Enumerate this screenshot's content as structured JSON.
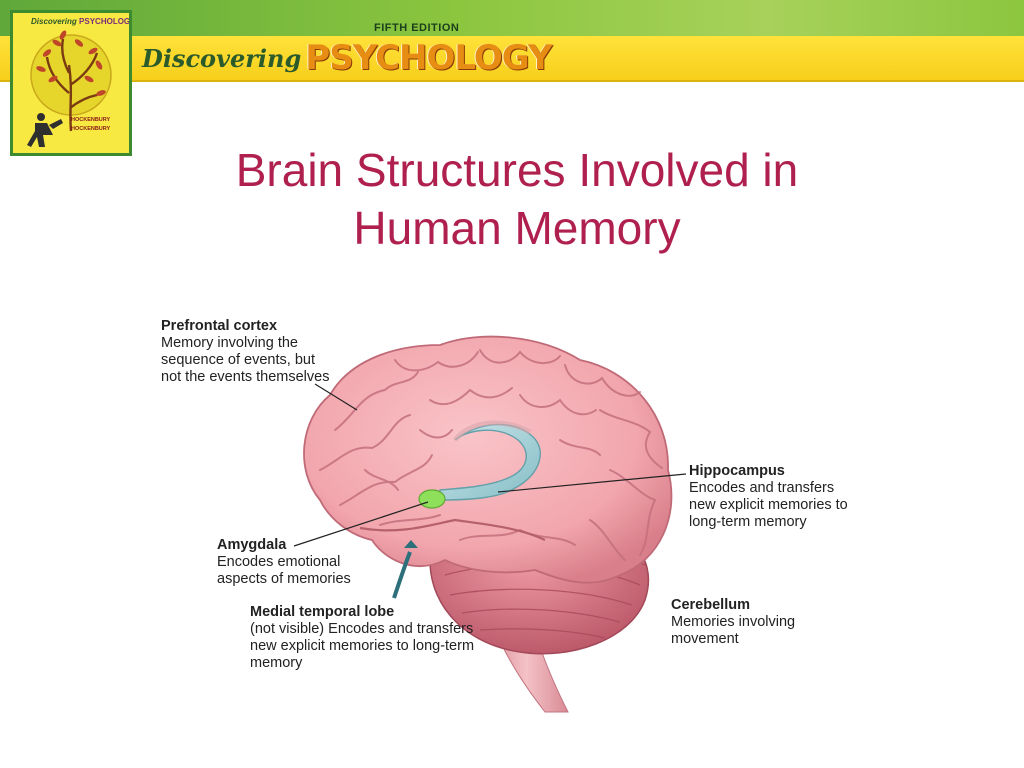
{
  "header": {
    "edition": "FIFTH EDITION",
    "brand_script": "Discovering",
    "brand_caps": "PSYCHOLOGY",
    "cover": {
      "brand_script": "Discovering",
      "brand_caps": "PSYCHOLOGY",
      "author_1": "HOCKENBURY",
      "author_2": "HOCKENBURY"
    },
    "colors": {
      "green": "#8cc63f",
      "yellow": "#f7cf1b",
      "brand_orange": "#e88d14"
    }
  },
  "slide": {
    "title_line_1": "Brain Structures Involved in",
    "title_line_2": "Human Memory",
    "title_color": "#b0204e"
  },
  "labels": {
    "prefrontal": {
      "title": "Prefrontal cortex",
      "lines": [
        "Memory involving the",
        "sequence of events, but",
        "not the events themselves"
      ]
    },
    "hippocampus": {
      "title": "Hippocampus",
      "lines": [
        "Encodes and transfers",
        "new explicit memories to",
        "long-term memory"
      ]
    },
    "amygdala": {
      "title": "Amygdala",
      "lines": [
        "Encodes emotional",
        "aspects of memories"
      ]
    },
    "medial_temporal": {
      "title": "Medial temporal lobe",
      "lines": [
        "(not visible) Encodes and transfers",
        "new explicit memories to long-term",
        "memory"
      ]
    },
    "cerebellum": {
      "title": "Cerebellum",
      "lines": [
        "Memories involving",
        "movement"
      ]
    }
  },
  "diagram_colors": {
    "brain": "#f2a6ad",
    "brain_dark": "#cf6f7c",
    "cerebellum": "#e07d8a",
    "hippocampus": "#a9d6dc",
    "amygdala": "#8ee05a",
    "arrow": "#2d6f7a"
  }
}
